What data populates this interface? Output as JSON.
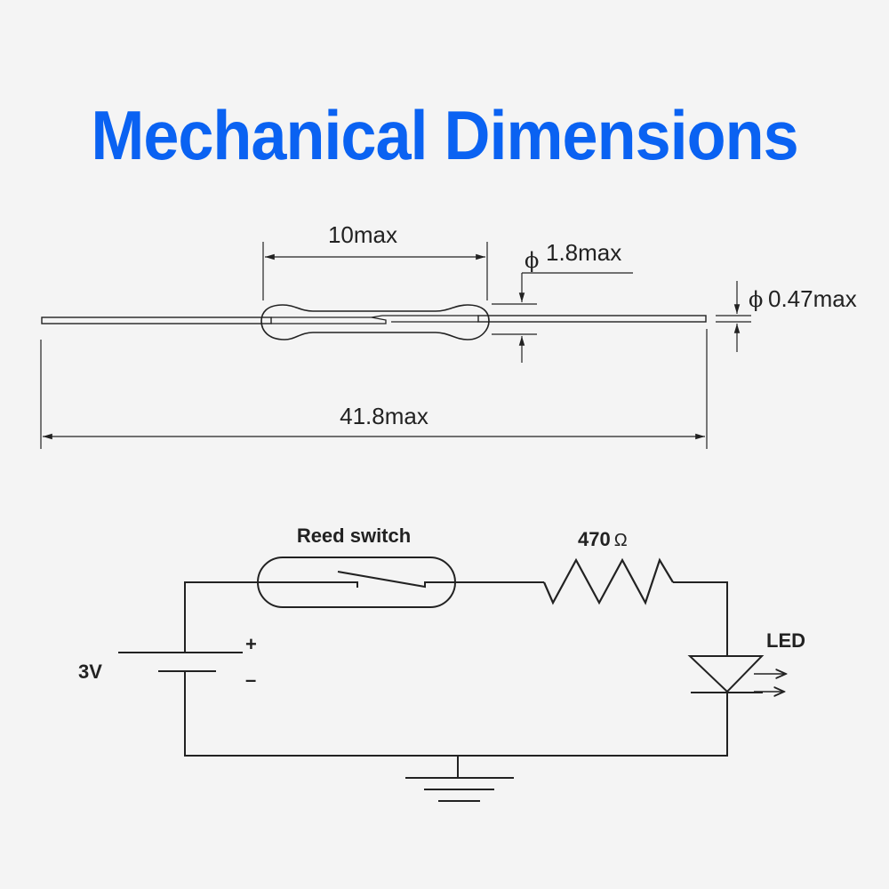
{
  "title": "Mechanical Dimensions",
  "dimensions": {
    "body_length": "10max",
    "body_diameter_symbol": "ϕ",
    "body_diameter": "1.8max",
    "lead_diameter_symbol": "ϕ",
    "lead_diameter": "0.47max",
    "total_length": "41.8max"
  },
  "circuit": {
    "switch_label": "Reed switch",
    "resistor_label": "470",
    "resistor_unit": "Ω",
    "battery_label": "3V",
    "plus": "+",
    "minus": "–",
    "led_label": "LED"
  }
}
